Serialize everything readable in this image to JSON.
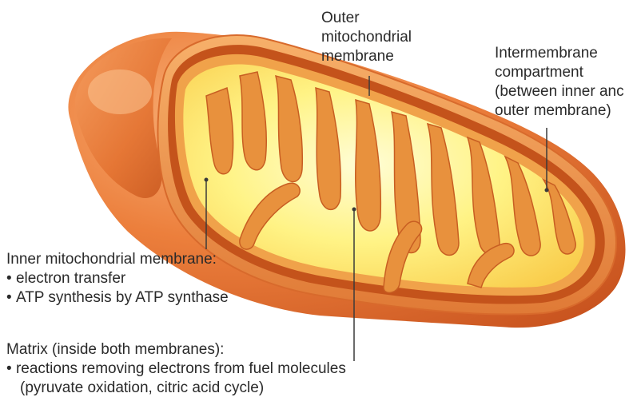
{
  "labels": {
    "outer_membrane": {
      "lines": [
        "Outer",
        "mitochondrial",
        "membrane"
      ]
    },
    "intermembrane": {
      "lines": [
        "Intermembrane",
        "compartment",
        "(between inner anc",
        "outer membrane)"
      ]
    },
    "inner_membrane": {
      "title": "Inner mitochondrial membrane:",
      "bullets": [
        "electron transfer",
        "ATP synthesis by ATP synthase"
      ]
    },
    "matrix": {
      "title": "Matrix (inside both membranes):",
      "bullets": [
        "reactions removing electrons from fuel molecules"
      ],
      "continuation": "(pyruvate oxidation, citric acid cycle)"
    }
  },
  "colors": {
    "outer_membrane": "#e06a2a",
    "outer_highlight": "#f6a765",
    "intermembrane_space": "#c4531b",
    "inner_membrane": "#f0a24a",
    "matrix": "#fff07a",
    "matrix_core": "#fffbc8",
    "leader_line": "#3a3a3a"
  }
}
